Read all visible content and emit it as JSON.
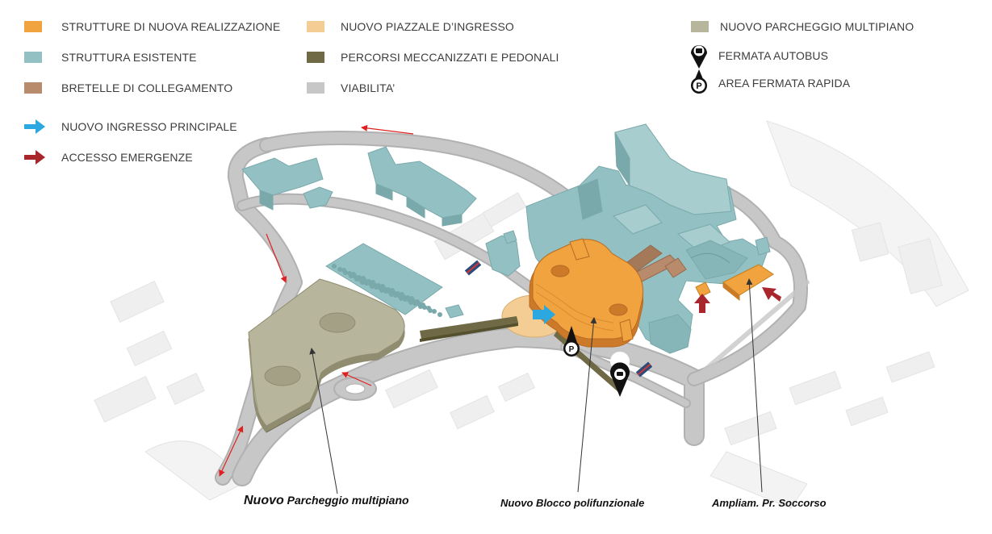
{
  "legend": {
    "items": [
      {
        "key": "new-structures",
        "label": "STRUTTURE DI NUOVA REALIZZAZIONE",
        "color": "#f0a33f"
      },
      {
        "key": "existing-structure",
        "label": "STRUTTURA ESISTENTE",
        "color": "#93c1c3"
      },
      {
        "key": "connection-links",
        "label": "BRETELLE DI COLLEGAMENTO",
        "color": "#b88b6c"
      },
      {
        "key": "new-entrance-square",
        "label": "NUOVO PIAZZALE D’INGRESSO",
        "color": "#f3cd93"
      },
      {
        "key": "mechanized-paths",
        "label": "PERCORSI MECCANIZZATI E PEDONALI",
        "color": "#6f6a45"
      },
      {
        "key": "roads",
        "label": "VIABILITA’",
        "color": "#c7c7c7"
      },
      {
        "key": "new-parking",
        "label": "NUOVO PARCHEGGIO MULTIPIANO",
        "color": "#b7b59c"
      },
      {
        "key": "bus-stop",
        "label": "FERMATA AUTOBUS",
        "icon": "bus-stop-pin-icon"
      },
      {
        "key": "quick-stop",
        "label": "AREA FERMATA RAPIDA",
        "icon": "parking-pin-icon"
      },
      {
        "key": "main-entrance",
        "label": "NUOVO INGRESSO PRINCIPALE",
        "icon": "arrow-blue-icon",
        "color": "#2ba8e0"
      },
      {
        "key": "emergency-access",
        "label": "ACCESSO EMERGENZE",
        "icon": "arrow-red-icon",
        "color": "#a8262c"
      }
    ]
  },
  "captions": {
    "parking_lead": "Nuovo",
    "parking_rest": " Parcheggio multipiano",
    "block": "Nuovo Blocco polifunzionale",
    "emergency": "Ampliam. Pr. Soccorso"
  },
  "icons": {
    "bus_glyph": "BUS",
    "parking_glyph": "P"
  },
  "colors": {
    "road": "#c7c7c7",
    "road_edge": "#b1b1b1",
    "existing": "#93c1c3",
    "existing_dark": "#7aa9ab",
    "new": "#f0a33f",
    "new_dark": "#cc7a2a",
    "parking": "#b7b59c",
    "parking_dark": "#8f8c70",
    "square": "#f3cd93",
    "path": "#6f6a45",
    "bridge": "#b88b6c",
    "annotation_red": "#e02020"
  }
}
